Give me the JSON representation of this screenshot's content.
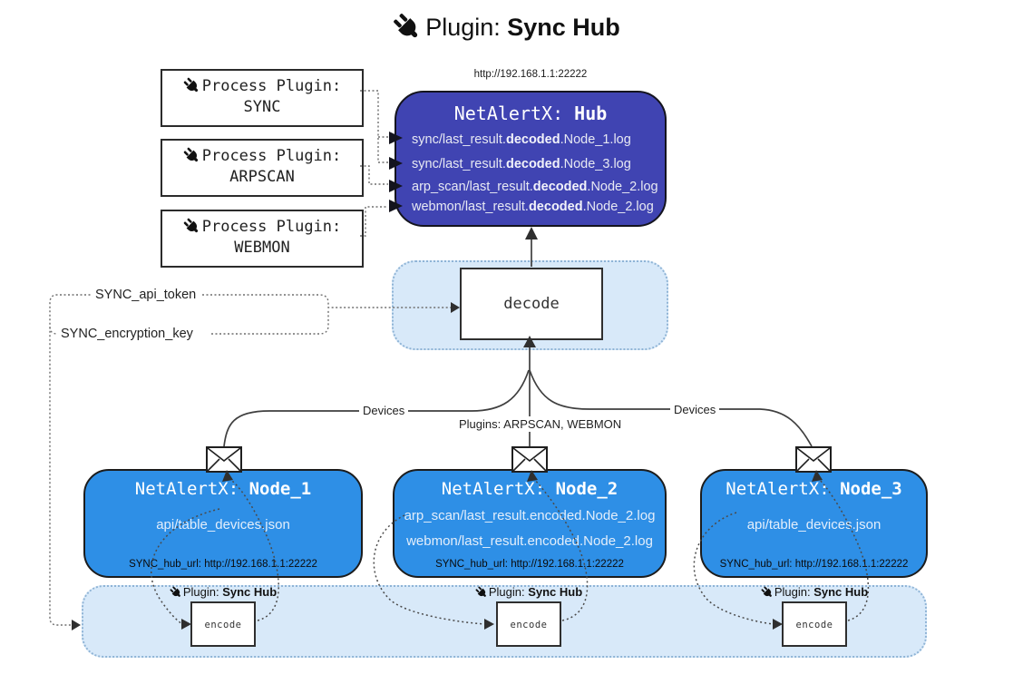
{
  "title": {
    "label": "Plugin:",
    "name": "Sync Hub"
  },
  "process_plugins": [
    {
      "label": "Process Plugin:",
      "name": "SYNC"
    },
    {
      "label": "Process Plugin:",
      "name": "ARPSCAN"
    },
    {
      "label": "Process Plugin:",
      "name": "WEBMON"
    }
  ],
  "hub": {
    "url": "http://192.168.1.1:22222",
    "prefix": "NetAlertX:",
    "name": "Hub",
    "rows": [
      {
        "pre": "sync/last_result.",
        "bold": "decoded",
        "post": ".Node_1.log"
      },
      {
        "pre": "sync/last_result.",
        "bold": "decoded",
        "post": ".Node_3.log"
      },
      {
        "pre": "arp_scan/last_result.",
        "bold": "decoded",
        "post": ".Node_2.log"
      },
      {
        "pre": "webmon/last_result.",
        "bold": "decoded",
        "post": ".Node_2.log"
      }
    ]
  },
  "decode": {
    "label": "decode"
  },
  "secrets": {
    "api_token": "SYNC_api_token",
    "encryption_key": "SYNC_encryption_key"
  },
  "edges": {
    "left": "Devices",
    "center": "Plugins: ARPSCAN, WEBMON",
    "right": "Devices"
  },
  "nodes": [
    {
      "prefix": "NetAlertX:",
      "name": "Node_1",
      "files": [
        "api/table_devices.json"
      ],
      "hub_url": "SYNC_hub_url: http://192.168.1.1:22222"
    },
    {
      "prefix": "NetAlertX:",
      "name": "Node_2",
      "files": [
        "arp_scan/last_result.encoded.Node_2.log",
        "webmon/last_result.encoded.Node_2.log"
      ],
      "hub_url": "SYNC_hub_url: http://192.168.1.1:22222"
    },
    {
      "prefix": "NetAlertX:",
      "name": "Node_3",
      "files": [
        "api/table_devices.json"
      ],
      "hub_url": "SYNC_hub_url: http://192.168.1.1:22222"
    }
  ],
  "encoders": {
    "label": "Plugin:",
    "name": "Sync Hub",
    "box": "encode"
  },
  "colors": {
    "hub": "#4044b2",
    "node": "#2e8fe6",
    "container": "#d8e9f9",
    "container_border": "#8fb4d6"
  }
}
